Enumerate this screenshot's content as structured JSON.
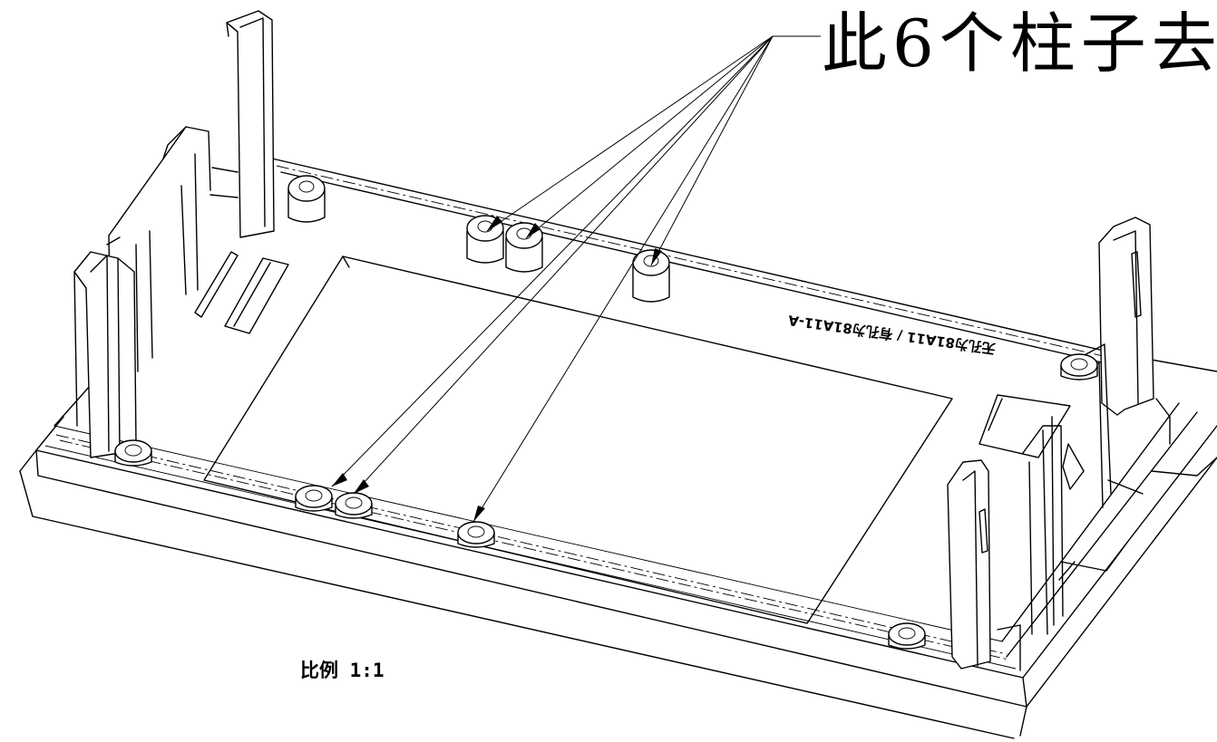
{
  "callout": {
    "text": "此6个柱子去"
  },
  "scale": {
    "text": "比例  1:1"
  },
  "engraving": {
    "text": "无孔为81A11 / 有孔为81A11-A"
  },
  "colors": {
    "line": "#000000",
    "background": "#ffffff"
  },
  "icons": {
    "bosses": "screw-boss-icon",
    "arrows": "leader-arrow-icon"
  }
}
